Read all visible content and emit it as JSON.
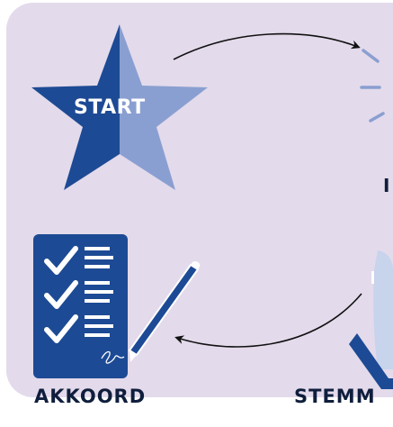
{
  "diagram": {
    "colors": {
      "background": "#e3daeb",
      "primary": "#1d4a94",
      "secondary": "#8a9fd1",
      "text": "#0f1e3c",
      "arrow": "#111111"
    },
    "steps": [
      {
        "label": "START",
        "icon": "star-icon"
      },
      {
        "label": "I",
        "icon": "lightbulb-icon"
      },
      {
        "label": "STEMM",
        "icon": "ballot-icon"
      },
      {
        "label": "AKKOORD",
        "icon": "signed-checklist-icon"
      }
    ]
  }
}
